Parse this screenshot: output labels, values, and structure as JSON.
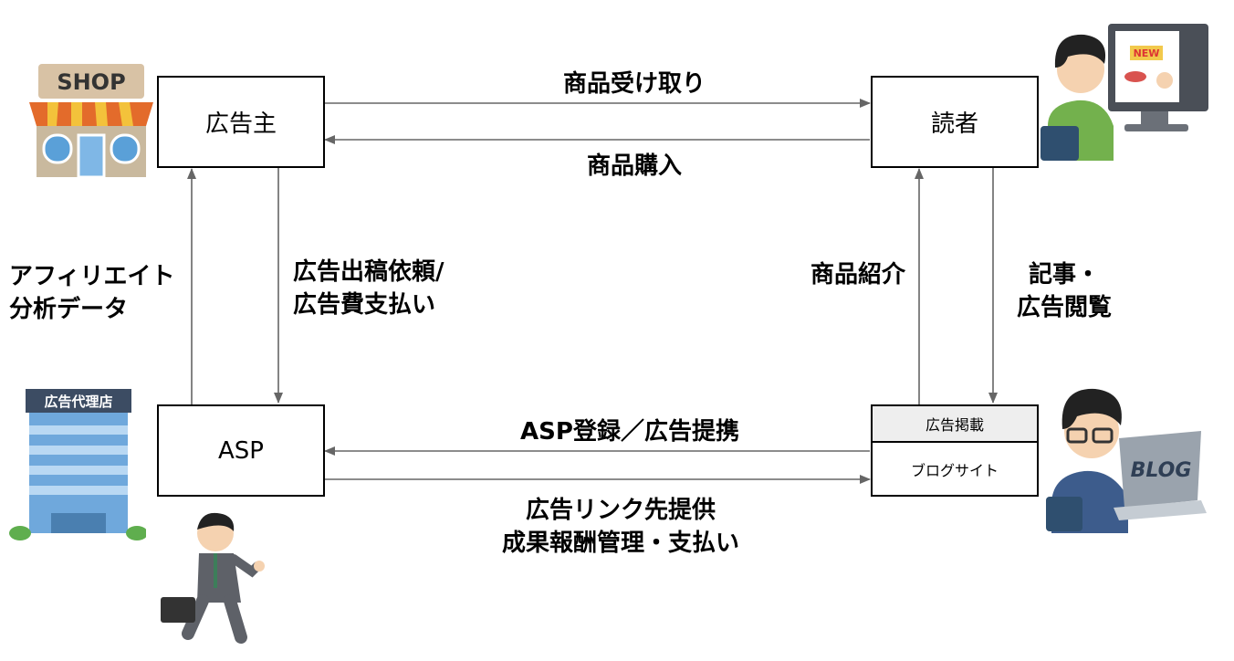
{
  "nodes": {
    "advertiser": "広告主",
    "reader": "読者",
    "asp": "ASP",
    "blog_site": {
      "header": "広告掲載",
      "body": "ブログサイト"
    }
  },
  "edges": {
    "product_receive": "商品受け取り",
    "product_purchase": "商品購入",
    "affiliate_data": [
      "アフィリエイト",
      "分析データ"
    ],
    "ad_request": [
      "広告出稿依頼/",
      "広告費支払い"
    ],
    "product_intro": "商品紹介",
    "article_view": [
      "記事・",
      "広告閲覧"
    ],
    "asp_register": "ASP登録／広告提携",
    "link_provide": [
      "広告リンク先提供",
      "成果報酬管理・支払い"
    ]
  },
  "illustrations": {
    "shop_sign": "SHOP",
    "agency_sign": "広告代理店",
    "blog_screen": "BLOG",
    "monitor_badge": "NEW"
  }
}
